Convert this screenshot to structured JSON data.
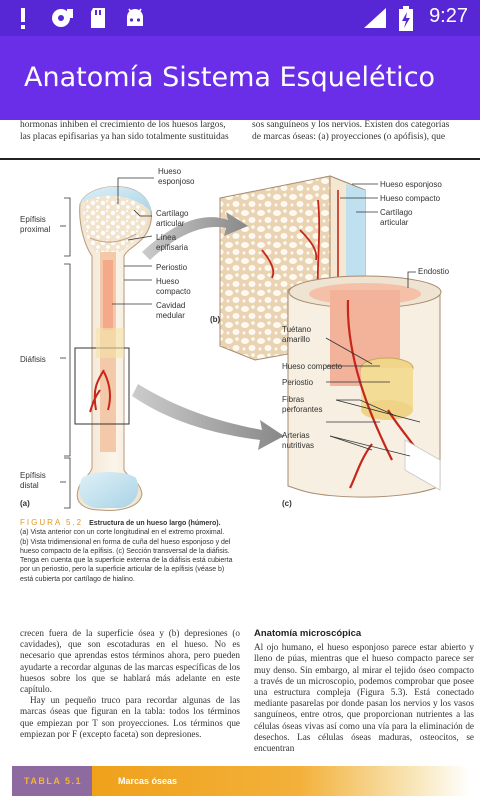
{
  "status_bar": {
    "time": "9:27",
    "icons": [
      "alert-icon",
      "media-icon",
      "sd-card-icon",
      "android-icon",
      "signal-icon",
      "battery-charging-icon"
    ]
  },
  "app_bar": {
    "title": "Anatomía Sistema Esquelético"
  },
  "page": {
    "top_text_left": [
      "hormonas inhiben el crecimiento de los huesos largos,",
      "las placas epifisarias ya han sido totalmente sustituidas"
    ],
    "top_text_right": [
      "sos sanguíneos y los nervios. Existen dos categorías",
      "de marcas óseas: (a) proyecciones (o apófisis), que"
    ],
    "figure_labels": {
      "hueso_esponjoso": [
        "Hueso",
        "esponjoso"
      ],
      "epifisis_proximal": [
        "Epífisis",
        "proximal"
      ],
      "cartilago_articular": [
        "Cartílago",
        "articular"
      ],
      "linea_epifisaria": [
        "Línea",
        "epifisaria"
      ],
      "periostio": "Periostio",
      "hueso_compacto": [
        "Hueso",
        "compacto"
      ],
      "cavidad_medular": [
        "Cavidad",
        "medular"
      ],
      "diafisis": "Diáfisis",
      "epifisis_distal": [
        "Epífisis",
        "distal"
      ],
      "panel_a": "(a)",
      "panel_b": "(b)",
      "panel_c": "(c)",
      "b_hueso_esponjoso": "Hueso esponjoso",
      "b_hueso_compacto": "Hueso compacto",
      "b_cartilago": [
        "Cartílago",
        "articular"
      ],
      "c_endostio": "Endostio",
      "c_tuetano": [
        "Tuétano",
        "amarillo"
      ],
      "c_hueso_compacto": "Hueso compacto",
      "c_periostio": "Periostio",
      "c_fibras": [
        "Fibras",
        "perforantes"
      ],
      "c_arterias": [
        "Arterias",
        "nutritivas"
      ]
    },
    "caption": {
      "figure_number": "FIGURA 5.2",
      "title": "Estructura de un hueso largo (húmero).",
      "lines": [
        "(a) Vista anterior con un corte longitudinal en el extremo proximal.",
        "(b) Vista tridimensional en forma de cuña del hueso esponjoso y del",
        "hueso compacto de la epífisis. (c) Sección transversal de la diáfisis.",
        "Tenga en cuenta que la superficie externa de la diáfisis está cubierta",
        "por un periostio, pero la superficie articular de la epífisis (véase b)",
        "está cubierta por cartílago de hialino."
      ]
    },
    "left_column": [
      "crecen fuera de la superficie ósea y (b) depresiones (o cavidades), que son escotaduras en el hueso. No es necesario que aprendas estos términos ahora, pero pueden ayudarte a recordar algunas de las marcas específicas de los huesos sobre los que se hablará más adelante en este capítulo.",
      "Hay un pequeño truco para recordar algunas de las marcas óseas que figuran en la tabla: todos los términos que empiezan por T son proyecciones. Los términos que empiezan por F (excepto faceta) son depresiones."
    ],
    "right_column": {
      "heading": "Anatomía microscópica",
      "text": "Al ojo humano, el hueso esponjoso parece estar abierto y lleno de púas, mientras que el hueso compacto parece ser muy denso. Sin embargo, al mirar el tejido óseo compacto a través de un microscopio, podemos comprobar que posee una estructura compleja (Figura 5.3). Está conectado mediante pasarelas por donde pasan los nervios y los vasos sanguíneos, entre otros, que proporcionan nutrientes a las células óseas vivas así como una vía para la eliminación de desechos. Las células óseas maduras, osteocitos, se encuentran"
    },
    "table": {
      "label": "TABLA 5.1",
      "title": "Marcas óseas"
    }
  },
  "colors": {
    "status_bar": "#5727d6",
    "app_bar": "#6a2ee8",
    "figure_accent": "#e39a22",
    "table_label_bg": "#8d6aa0",
    "table_bar": "#efa11a"
  }
}
